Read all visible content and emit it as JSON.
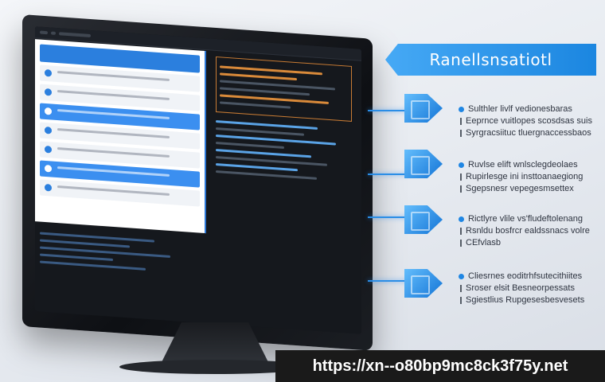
{
  "banner": {
    "title": "Ranellsnsatiotl"
  },
  "features": [
    {
      "lines": [
        "Sulthler livlf vedionesbaras",
        "Eeprnce vuitlopes scosdsas suis",
        "Syrgracsiituc tluergnaccessbaos"
      ]
    },
    {
      "lines": [
        "Ruvlse elift wnlsclegdeolaes",
        "Rupirlesge ini insttoanaegiong",
        "Sgepsnesr vepegesmsettex"
      ]
    },
    {
      "lines": [
        "Rictlyre vlile vs'fludeftolenang",
        "Rsnldu bosfrcr ealdssnacs volre",
        "CEfvlasb"
      ]
    },
    {
      "lines": [
        "Cliesrnes eoditrhfsutecithiites",
        "Sroser elsit Besneorpessats",
        "Sgiestlius Rupgesesbesvesets"
      ]
    }
  ],
  "watermark": {
    "url": "https://xn--o80bp9mc8ck3f75y.net"
  },
  "colors": {
    "accent": "#1b86e0",
    "monitor": "#0e1014"
  }
}
